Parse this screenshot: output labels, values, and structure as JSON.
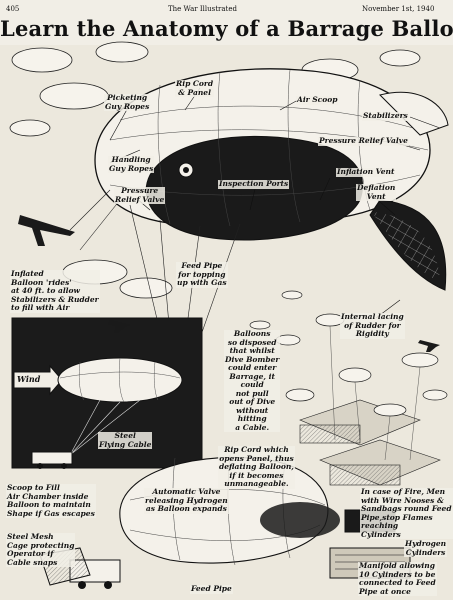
{
  "header": {
    "page_number": "405",
    "publication": "The War Illustrated",
    "date": "November 1st, 1940"
  },
  "title": "Learn the Anatomy of a Barrage Balloon!",
  "labels": {
    "rip_cord_panel": "Rip Cord\n& Panel",
    "picketing_guy_ropes": "Picketing\nGuy Ropes",
    "air_scoop": "Air Scoop",
    "stabilizers": "Stabilizers",
    "pressure_relief_valve_right": "Pressure Relief Valve",
    "handling_guy_ropes": "Handling\nGuy Ropes",
    "inflation_vent": "Inflation Vent",
    "deflation_vent": "Deflation\nVent",
    "pressure_relief_valve_left": "Pressure\nRelief Valve",
    "inspection_ports": "Inspection Ports",
    "feed_pipe_topping": "Feed Pipe\nfor topping\nup with Gas",
    "inflated_balloon": "Inflated\nBalloon 'rides'\nat 40 ft. to allow\nStabilizers & Rudder\nto fill with Air",
    "internal_lacing": "Internal lacing\nof Rudder for\nRigidity",
    "balloons_disposed": "Balloons\nso disposed\nthat whilst\nDive Bomber\ncould enter\nBarrage, it\ncould\nnot pull\nout of Dive\nwithout\nhitting\na Cable.",
    "wind": "Wind",
    "steel_flying_cable": "Steel\nFlying Cable",
    "rip_cord_deflating": "Rip Cord which\nopens Panel, thus\ndeflating Balloon,\nif it becomes\nunmanageable.",
    "scoop_fill": "Scoop to Fill\nAir Chamber inside\nBalloon to maintain\nShape if Gas escapes",
    "automatic_valve": "Automatic Valve\nreleasing Hydrogen\nas Balloon expands",
    "in_case_fire": "In case of Fire, Men\nwith Wire Nooses &\nSandbags round Feed\nPipe,stop Flames\nreaching\nCylinders",
    "hydrogen_cylinders": "Hydrogen\nCylinders",
    "steel_mesh_cage": "Steel Mesh\nCage protecting\nOperator if\nCable snaps",
    "manifold": "Manifold allowing\n10 Cylinders to be\nconnected to Feed\nPipe at once",
    "feed_pipe": "Feed Pipe"
  },
  "colors": {
    "ink": "#111111",
    "paper": "#f1eee6",
    "dark_fill": "#1a1a1a"
  }
}
